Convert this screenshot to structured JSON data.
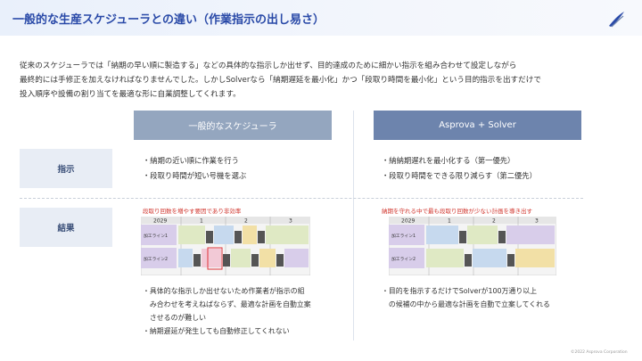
{
  "header": {
    "title": "一般的な生産スケジューラとの違い（作業指示の出し易さ）"
  },
  "intro": {
    "lines": [
      "従来のスケジューラでは「納期の早い順に製造する」などの具体的な指示しか出せず、目的達成のために細かい指示を組み合わせて設定しながら",
      "最終的には手修正を加えなければなりませんでした。しかしSolverなら「納期遅延を最小化」かつ「段取り時間を最小化」という目的指示を出すだけで",
      "投入順序や設備の割り当てを最適な形に自業調整してくれます。"
    ]
  },
  "columns": {
    "left": "一般的なスケジューラ",
    "right": "Asprova + Solver"
  },
  "rows": {
    "instruction": "指示",
    "result": "結果"
  },
  "left": {
    "instructions": [
      "・納期の近い順に作業を行う",
      "・段取り時間が短い号機を選ぶ"
    ],
    "caption": "段取り回数を増やす要因であり非効率",
    "gantt": {
      "year": "2029",
      "days": [
        "1",
        "2",
        "3"
      ],
      "lines": [
        "加工ライン1",
        "加工ライン2"
      ]
    },
    "results": [
      "・具体的な指示しか出せないため作業者が指示の組",
      "　み合わせを考えねばならず、最適な計画を自動立案",
      "　させるのが難しい",
      "・納期遅延が発生しても自動修正してくれない"
    ]
  },
  "right": {
    "instructions": [
      "・納納期遅れを最小化する（第一優先）",
      "・段取り時間をできる限り減らす（第二優先）"
    ],
    "caption": "納期を守れる中で最も段取り回数が少ない計画を導き出す",
    "gantt": {
      "year": "2029",
      "days": [
        "1",
        "2",
        "3"
      ],
      "lines": [
        "加工ライン1",
        "加工ライン2"
      ]
    },
    "results": [
      "・目的を指示するだけでSolverが100万通り以上",
      "　の候補の中から最適な計画を自動で立案してくれる"
    ]
  },
  "footer": {
    "copyright": "©2022 Asprova Corporation"
  },
  "colors": {
    "title": "#2a4aa8",
    "left_header": "#94a6bf",
    "right_header": "#6d84ad",
    "label_bg": "#e8edf5",
    "caption": "#d0342c"
  }
}
